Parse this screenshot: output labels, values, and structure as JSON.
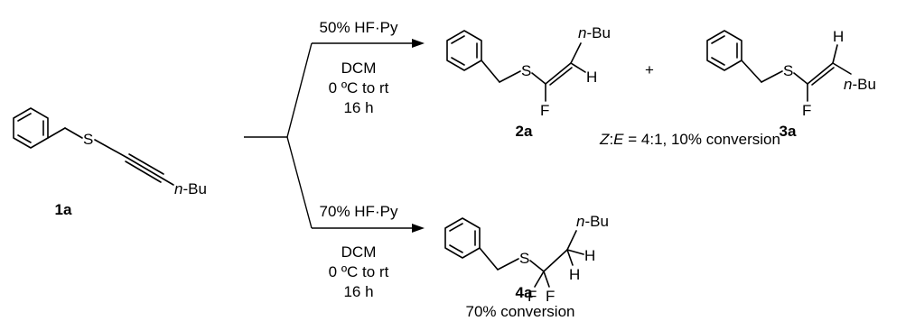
{
  "atoms": {
    "S": "S",
    "F": "F",
    "H": "H",
    "nbu_prefix": "n",
    "nbu_suffix": "-Bu"
  },
  "compounds": {
    "c1a": "1a",
    "c2a": "2a",
    "c3a": "3a",
    "c4a": "4a"
  },
  "plus": "+",
  "upper_conditions": {
    "reagent": "50% HF·Py",
    "solvent": "DCM",
    "temp": "0 ºC to rt",
    "time": "16 h"
  },
  "lower_conditions": {
    "reagent": "70% HF·Py",
    "solvent": "DCM",
    "temp": "0 ºC to rt",
    "time": "16 h"
  },
  "upper_result": {
    "ratio_z": "Z",
    "ratio_sep": ":",
    "ratio_e": "E",
    "ratio_rest": " = 4:1, 10% conversion"
  },
  "lower_result": {
    "conversion": "70% conversion"
  }
}
